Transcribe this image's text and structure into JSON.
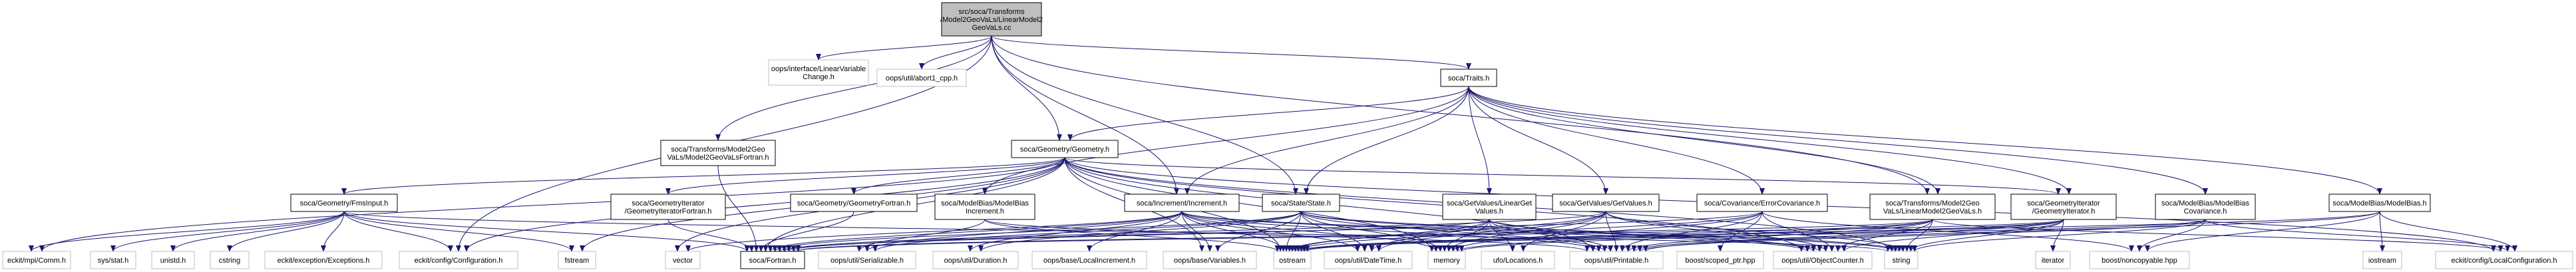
{
  "colors": {
    "root_fill": "#bfbfbf",
    "local_fill": "#ffffff",
    "local_stroke": "#000000",
    "external_fill": "#ffffff",
    "external_stroke": "#bfbfbf",
    "edge": "#191970"
  },
  "nodes": [
    {
      "id": "root",
      "kind": "root",
      "lines": [
        "src/soca/Transforms",
        "/Model2GeoVaLs/LinearModel2",
        "GeoVaLs.cc"
      ]
    },
    {
      "id": "oops_linvarchange",
      "kind": "external",
      "lines": [
        "oops/interface/LinearVariable",
        "Change.h"
      ]
    },
    {
      "id": "oops_abort",
      "kind": "external",
      "lines": [
        "oops/util/abort1_cpp.h"
      ]
    },
    {
      "id": "traits",
      "kind": "local",
      "lines": [
        "soca/Traits.h"
      ]
    },
    {
      "id": "m2gv_fortran",
      "kind": "local",
      "lines": [
        "soca/Transforms/Model2Geo",
        "VaLs/Model2GeoVaLsFortran.h"
      ]
    },
    {
      "id": "geometry",
      "kind": "local",
      "lines": [
        "soca/Geometry/Geometry.h"
      ]
    },
    {
      "id": "fmsinput",
      "kind": "local",
      "lines": [
        "soca/Geometry/FmsInput.h"
      ]
    },
    {
      "id": "geoiterfortran",
      "kind": "local",
      "lines": [
        "soca/GeometryIterator",
        "/GeometryIteratorFortran.h"
      ]
    },
    {
      "id": "geofortran",
      "kind": "local",
      "lines": [
        "soca/Geometry/GeometryFortran.h"
      ]
    },
    {
      "id": "mbincrement",
      "kind": "local",
      "lines": [
        "soca/ModelBias/ModelBias",
        "Increment.h"
      ]
    },
    {
      "id": "increment",
      "kind": "local",
      "lines": [
        "soca/Increment/Increment.h"
      ]
    },
    {
      "id": "state",
      "kind": "local",
      "lines": [
        "soca/State/State.h"
      ]
    },
    {
      "id": "lingetvalues",
      "kind": "local",
      "lines": [
        "soca/GetValues/LinearGet",
        "Values.h"
      ]
    },
    {
      "id": "getvalues",
      "kind": "local",
      "lines": [
        "soca/GetValues/GetValues.h"
      ]
    },
    {
      "id": "errcov",
      "kind": "local",
      "lines": [
        "soca/Covariance/ErrorCovariance.h"
      ]
    },
    {
      "id": "linm2gv",
      "kind": "local",
      "lines": [
        "soca/Transforms/Model2Geo",
        "VaLs/LinearModel2GeoVaLs.h"
      ]
    },
    {
      "id": "geoiter",
      "kind": "local",
      "lines": [
        "soca/GeometryIterator",
        "/GeometryIterator.h"
      ]
    },
    {
      "id": "mbcov",
      "kind": "local",
      "lines": [
        "soca/ModelBias/ModelBias",
        "Covariance.h"
      ]
    },
    {
      "id": "modelbias",
      "kind": "local",
      "lines": [
        "soca/ModelBias/ModelBias.h"
      ]
    },
    {
      "id": "mpicomm",
      "kind": "external",
      "lines": [
        "eckit/mpi/Comm.h"
      ]
    },
    {
      "id": "sysstat",
      "kind": "external",
      "lines": [
        "sys/stat.h"
      ]
    },
    {
      "id": "unistd",
      "kind": "external",
      "lines": [
        "unistd.h"
      ]
    },
    {
      "id": "cstring",
      "kind": "external",
      "lines": [
        "cstring"
      ]
    },
    {
      "id": "exceptions",
      "kind": "external",
      "lines": [
        "eckit/exception/Exceptions.h"
      ]
    },
    {
      "id": "configuration",
      "kind": "external",
      "lines": [
        "eckit/config/Configuration.h"
      ]
    },
    {
      "id": "fstream",
      "kind": "external",
      "lines": [
        "fstream"
      ]
    },
    {
      "id": "vector",
      "kind": "external",
      "lines": [
        "vector"
      ]
    },
    {
      "id": "fortran",
      "kind": "local",
      "lines": [
        "soca/Fortran.h"
      ]
    },
    {
      "id": "serializable",
      "kind": "external",
      "lines": [
        "oops/util/Serializable.h"
      ]
    },
    {
      "id": "duration",
      "kind": "external",
      "lines": [
        "oops/util/Duration.h"
      ]
    },
    {
      "id": "localincrement",
      "kind": "external",
      "lines": [
        "oops/base/LocalIncrement.h"
      ]
    },
    {
      "id": "variables",
      "kind": "external",
      "lines": [
        "oops/base/Variables.h"
      ]
    },
    {
      "id": "ostream",
      "kind": "external",
      "lines": [
        "ostream"
      ]
    },
    {
      "id": "datetime",
      "kind": "external",
      "lines": [
        "oops/util/DateTime.h"
      ]
    },
    {
      "id": "memory",
      "kind": "external",
      "lines": [
        "memory"
      ]
    },
    {
      "id": "locations",
      "kind": "external",
      "lines": [
        "ufo/Locations.h"
      ]
    },
    {
      "id": "printable",
      "kind": "external",
      "lines": [
        "oops/util/Printable.h"
      ]
    },
    {
      "id": "scopedptr",
      "kind": "external",
      "lines": [
        "boost/scoped_ptr.hpp"
      ]
    },
    {
      "id": "objcounter",
      "kind": "external",
      "lines": [
        "oops/util/ObjectCounter.h"
      ]
    },
    {
      "id": "string",
      "kind": "external",
      "lines": [
        "string"
      ]
    },
    {
      "id": "iterator",
      "kind": "external",
      "lines": [
        "iterator"
      ]
    },
    {
      "id": "noncopyable",
      "kind": "external",
      "lines": [
        "boost/noncopyable.hpp"
      ]
    },
    {
      "id": "iostream",
      "kind": "external",
      "lines": [
        "iostream"
      ]
    },
    {
      "id": "localconfig",
      "kind": "external",
      "lines": [
        "eckit/config/LocalConfiguration.h"
      ]
    }
  ],
  "edges": [
    [
      "root",
      "oops_linvarchange"
    ],
    [
      "root",
      "oops_abort"
    ],
    [
      "root",
      "traits"
    ],
    [
      "root",
      "m2gv_fortran"
    ],
    [
      "root",
      "geometry"
    ],
    [
      "root",
      "increment"
    ],
    [
      "root",
      "state"
    ],
    [
      "root",
      "linm2gv"
    ],
    [
      "root",
      "configuration"
    ],
    [
      "traits",
      "geometry"
    ],
    [
      "traits",
      "increment"
    ],
    [
      "traits",
      "state"
    ],
    [
      "traits",
      "lingetvalues"
    ],
    [
      "traits",
      "getvalues"
    ],
    [
      "traits",
      "errcov"
    ],
    [
      "traits",
      "linm2gv"
    ],
    [
      "traits",
      "geoiter"
    ],
    [
      "traits",
      "mbcov"
    ],
    [
      "traits",
      "modelbias"
    ],
    [
      "traits",
      "mbincrement"
    ],
    [
      "m2gv_fortran",
      "fortran"
    ],
    [
      "geometry",
      "fmsinput"
    ],
    [
      "geometry",
      "geoiterfortran"
    ],
    [
      "geometry",
      "geofortran"
    ],
    [
      "geometry",
      "geoiter"
    ],
    [
      "geometry",
      "mpicomm"
    ],
    [
      "geometry",
      "configuration"
    ],
    [
      "geometry",
      "fstream"
    ],
    [
      "geometry",
      "vector"
    ],
    [
      "geometry",
      "fortran"
    ],
    [
      "geometry",
      "variables"
    ],
    [
      "geometry",
      "ostream"
    ],
    [
      "geometry",
      "memory"
    ],
    [
      "geometry",
      "printable"
    ],
    [
      "geometry",
      "objcounter"
    ],
    [
      "geometry",
      "string"
    ],
    [
      "geometry",
      "localconfig"
    ],
    [
      "fmsinput",
      "mpicomm"
    ],
    [
      "fmsinput",
      "sysstat"
    ],
    [
      "fmsinput",
      "unistd"
    ],
    [
      "fmsinput",
      "cstring"
    ],
    [
      "fmsinput",
      "exceptions"
    ],
    [
      "fmsinput",
      "configuration"
    ],
    [
      "fmsinput",
      "fstream"
    ],
    [
      "fmsinput",
      "fortran"
    ],
    [
      "fmsinput",
      "string"
    ],
    [
      "geoiterfortran",
      "fortran"
    ],
    [
      "geofortran",
      "fortran"
    ],
    [
      "mbincrement",
      "ostream"
    ],
    [
      "mbincrement",
      "printable"
    ],
    [
      "mbincrement",
      "serializable"
    ],
    [
      "increment",
      "vector"
    ],
    [
      "increment",
      "fortran"
    ],
    [
      "increment",
      "serializable"
    ],
    [
      "increment",
      "duration"
    ],
    [
      "increment",
      "localincrement"
    ],
    [
      "increment",
      "variables"
    ],
    [
      "increment",
      "ostream"
    ],
    [
      "increment",
      "datetime"
    ],
    [
      "increment",
      "memory"
    ],
    [
      "increment",
      "printable"
    ],
    [
      "increment",
      "objcounter"
    ],
    [
      "increment",
      "string"
    ],
    [
      "state",
      "fortran"
    ],
    [
      "state",
      "serializable"
    ],
    [
      "state",
      "duration"
    ],
    [
      "state",
      "variables"
    ],
    [
      "state",
      "ostream"
    ],
    [
      "state",
      "datetime"
    ],
    [
      "state",
      "memory"
    ],
    [
      "state",
      "printable"
    ],
    [
      "state",
      "objcounter"
    ],
    [
      "state",
      "string"
    ],
    [
      "lingetvalues",
      "fortran"
    ],
    [
      "lingetvalues",
      "ostream"
    ],
    [
      "lingetvalues",
      "datetime"
    ],
    [
      "lingetvalues",
      "memory"
    ],
    [
      "lingetvalues",
      "locations"
    ],
    [
      "lingetvalues",
      "printable"
    ],
    [
      "lingetvalues",
      "objcounter"
    ],
    [
      "getvalues",
      "fortran"
    ],
    [
      "getvalues",
      "ostream"
    ],
    [
      "getvalues",
      "datetime"
    ],
    [
      "getvalues",
      "memory"
    ],
    [
      "getvalues",
      "locations"
    ],
    [
      "getvalues",
      "printable"
    ],
    [
      "getvalues",
      "objcounter"
    ],
    [
      "getvalues",
      "string"
    ],
    [
      "errcov",
      "ostream"
    ],
    [
      "errcov",
      "memory"
    ],
    [
      "errcov",
      "printable"
    ],
    [
      "errcov",
      "scopedptr"
    ],
    [
      "errcov",
      "objcounter"
    ],
    [
      "errcov",
      "noncopyable"
    ],
    [
      "errcov",
      "fortran"
    ],
    [
      "linm2gv",
      "ostream"
    ],
    [
      "linm2gv",
      "memory"
    ],
    [
      "linm2gv",
      "printable"
    ],
    [
      "linm2gv",
      "objcounter"
    ],
    [
      "linm2gv",
      "string"
    ],
    [
      "linm2gv",
      "localconfig"
    ],
    [
      "linm2gv",
      "fortran"
    ],
    [
      "geoiter",
      "ostream"
    ],
    [
      "geoiter",
      "memory"
    ],
    [
      "geoiter",
      "printable"
    ],
    [
      "geoiter",
      "objcounter"
    ],
    [
      "geoiter",
      "string"
    ],
    [
      "geoiter",
      "iterator"
    ],
    [
      "geoiter",
      "fortran"
    ],
    [
      "mbcov",
      "ostream"
    ],
    [
      "mbcov",
      "printable"
    ],
    [
      "mbcov",
      "noncopyable"
    ],
    [
      "mbcov",
      "string"
    ],
    [
      "mbcov",
      "localconfig"
    ],
    [
      "modelbias",
      "ostream"
    ],
    [
      "modelbias",
      "printable"
    ],
    [
      "modelbias",
      "noncopyable"
    ],
    [
      "modelbias",
      "iostream"
    ],
    [
      "modelbias",
      "localconfig"
    ]
  ]
}
